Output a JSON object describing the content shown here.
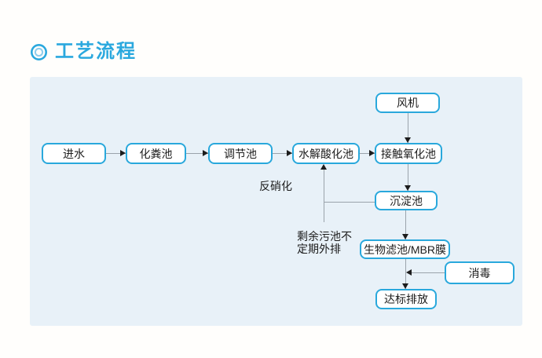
{
  "header": {
    "title": "工艺流程",
    "accent_color": "#2aa8de"
  },
  "panel": {
    "bg_color": "#e8f1f8"
  },
  "flowchart": {
    "box_border_color": "#29a8dc",
    "box_fill_color": "#ffffff",
    "line_color": "#9aa3ab",
    "arrow_color": "#1c1c1c",
    "nodes": [
      {
        "id": "inlet",
        "label": "进水"
      },
      {
        "id": "septic-tank",
        "label": "化粪池"
      },
      {
        "id": "regulating-tank",
        "label": "调节池"
      },
      {
        "id": "hydrolysis-acidification-tank",
        "label": "水解酸化池"
      },
      {
        "id": "contact-oxidation-tank",
        "label": "接触氧化池"
      },
      {
        "id": "blower",
        "label": "风机"
      },
      {
        "id": "sedimentation-tank",
        "label": "沉淀池"
      },
      {
        "id": "biofilter-mbr",
        "label": "生物滤池/MBR膜"
      },
      {
        "id": "disinfection",
        "label": "消毒"
      },
      {
        "id": "discharge",
        "label": "达标排放"
      }
    ],
    "annotations": {
      "denitrification": "反硝化",
      "sludge_note": "剩余污池不\n定期外排"
    },
    "edges": [
      {
        "from": "进水",
        "to": "化粪池"
      },
      {
        "from": "化粪池",
        "to": "调节池"
      },
      {
        "from": "调节池",
        "to": "水解酸化池"
      },
      {
        "from": "水解酸化池",
        "to": "接触氧化池"
      },
      {
        "from": "风机",
        "to": "接触氧化池"
      },
      {
        "from": "接触氧化池",
        "to": "沉淀池"
      },
      {
        "from": "沉淀池",
        "to": "生物滤池/MBR膜"
      },
      {
        "from": "沉淀池",
        "to": "水解酸化池",
        "label": "反硝化"
      },
      {
        "from": "生物滤池/MBR膜",
        "to": "达标排放"
      },
      {
        "from": "消毒",
        "to": "达标排放"
      }
    ]
  }
}
